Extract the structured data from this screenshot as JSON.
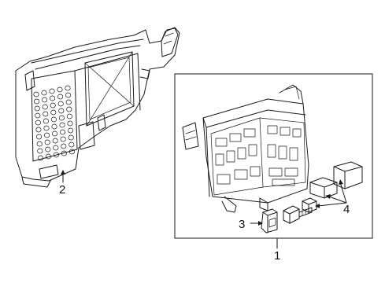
{
  "callouts": {
    "c1": "1",
    "c2": "2",
    "c3": "3",
    "c4": "4"
  },
  "colors": {
    "line": "#1a1a1a",
    "background": "#ffffff"
  }
}
